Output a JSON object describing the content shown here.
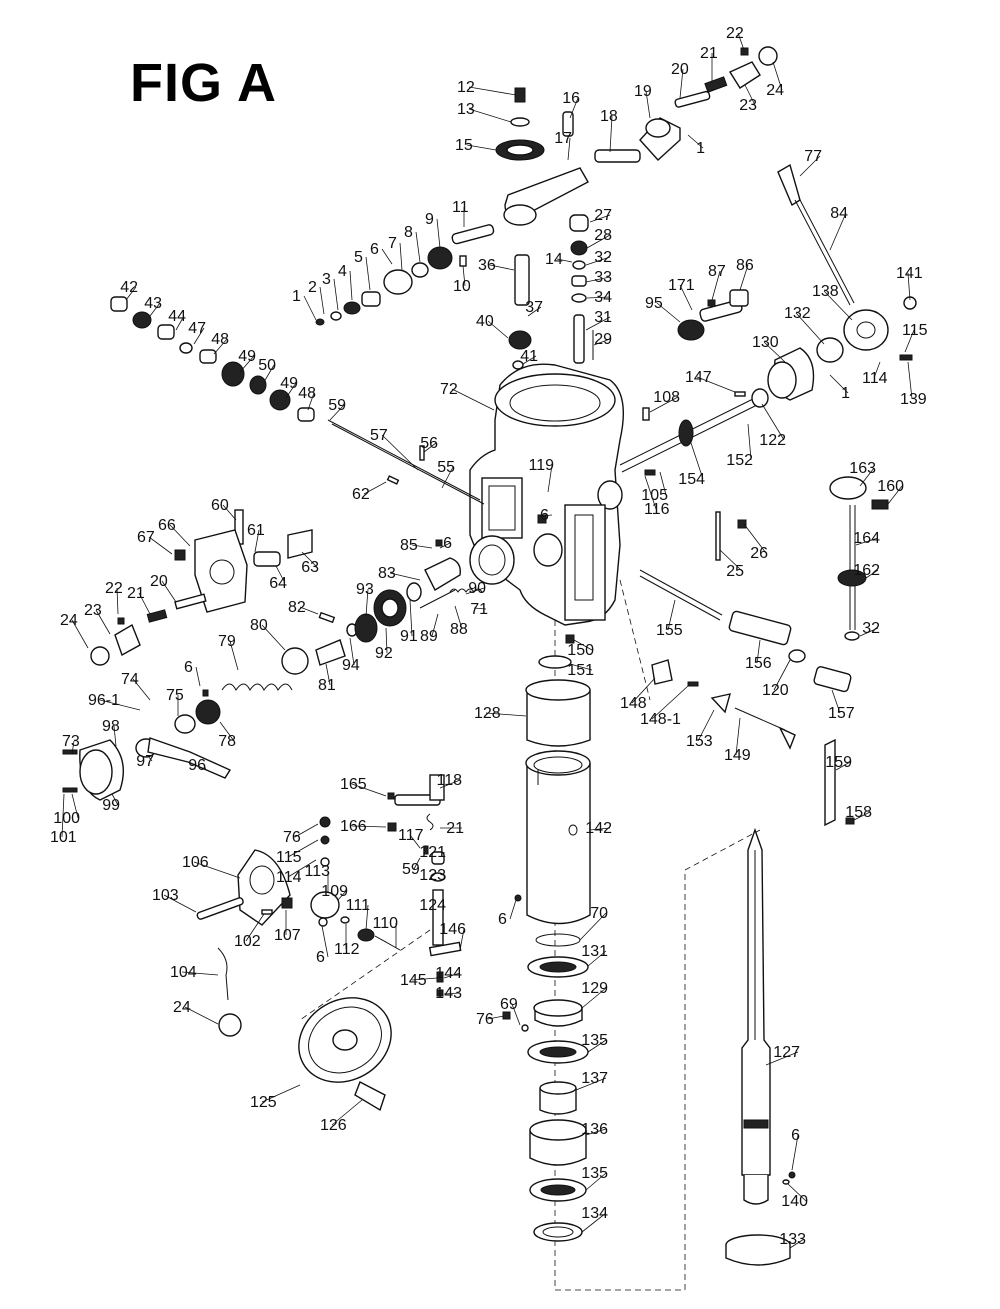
{
  "figure": {
    "title": "FIG A"
  },
  "labels": [
    "1",
    "2",
    "3",
    "4",
    "5",
    "6",
    "7",
    "8",
    "9",
    "10",
    "11",
    "12",
    "13",
    "14",
    "15",
    "16",
    "17",
    "18",
    "19",
    "20",
    "21",
    "22",
    "23",
    "24",
    "25",
    "26",
    "27",
    "28",
    "29",
    "31",
    "32",
    "33",
    "34",
    "36",
    "37",
    "40",
    "41",
    "42",
    "43",
    "44",
    "47",
    "48",
    "49",
    "50",
    "55",
    "56",
    "57",
    "59",
    "60",
    "61",
    "62",
    "63",
    "64",
    "66",
    "67",
    "69",
    "70",
    "71",
    "72",
    "73",
    "74",
    "75",
    "76",
    "77",
    "78",
    "79",
    "80",
    "81",
    "82",
    "83",
    "84",
    "85",
    "86",
    "87",
    "88",
    "89",
    "90",
    "91",
    "92",
    "93",
    "94",
    "95",
    "96",
    "96-1",
    "97",
    "98",
    "99",
    "100",
    "101",
    "102",
    "103",
    "104",
    "105",
    "106",
    "107",
    "108",
    "109",
    "110",
    "111",
    "112",
    "113",
    "114",
    "115",
    "116",
    "117",
    "118",
    "119",
    "120",
    "121",
    "122",
    "123",
    "124",
    "125",
    "126",
    "127",
    "128",
    "129",
    "130",
    "131",
    "132",
    "133",
    "134",
    "135",
    "136",
    "137",
    "138",
    "139",
    "140",
    "141",
    "142",
    "143",
    "144",
    "145",
    "146",
    "147",
    "148",
    "148-1",
    "149",
    "150",
    "151",
    "152",
    "153",
    "154",
    "155",
    "156",
    "157",
    "158",
    "159",
    "160",
    "162",
    "163",
    "164",
    "165",
    "166",
    "171"
  ]
}
